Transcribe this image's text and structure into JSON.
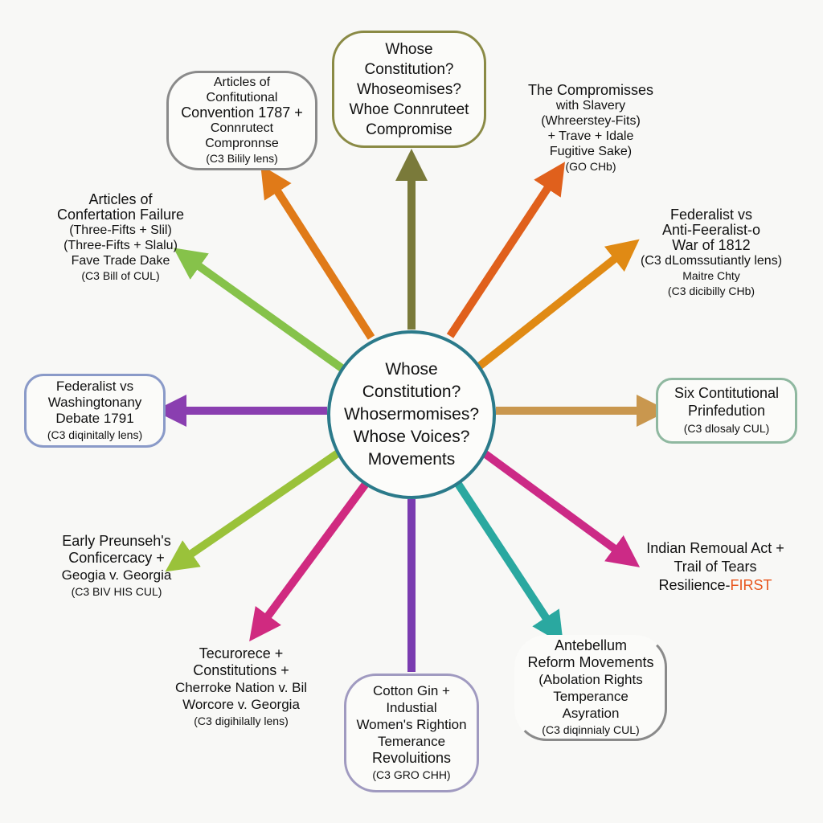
{
  "center": {
    "lines": [
      "Whose",
      "Constitution?",
      "Whosermomises?",
      "Whose Voices?",
      "Movements"
    ],
    "border_color": "#2b7a8a"
  },
  "nodes": {
    "top": {
      "lines": [
        "Whose",
        "Constitution?",
        "Whoseomises?",
        "Whoe Connruteet",
        "Compromise"
      ],
      "color": "#8a8a45"
    },
    "articles_convention": {
      "lines": [
        "Articles of",
        "Confitutional",
        "Convention 1787 +",
        "Connrutect",
        "Compronnse",
        "(C3 Bilily lens)"
      ],
      "color": "#8a8a8a"
    },
    "compromises_slavery": {
      "lines": [
        "The Compromisses",
        "with Slavery",
        "(Whreerstey-Fits)",
        "+ Trave + Idale",
        "Fugitive Sake)",
        "(GO CHb)"
      ]
    },
    "articles_failure": {
      "lines": [
        "Articles of",
        "Confertation Failure",
        "(Three-Fifts + Slil)",
        "(Three-Fifts + Slalu)",
        "Fave Trade Dake",
        "(C3 Bill of CUL)"
      ]
    },
    "federalist_war": {
      "lines": [
        "Federalist vs",
        "Anti-Feeralist-o",
        "War of 1812",
        "",
        "(C3 dLomssutiantly lens)",
        "Maitre Chty",
        "(C3 dicibilly CHb)"
      ]
    },
    "federalist_washington": {
      "lines": [
        "Federalist vs",
        "Washingtonany",
        "Debate 1791",
        "(C3 diqinitally lens)"
      ],
      "color": "#8a9ac8"
    },
    "six_constitutional": {
      "lines": [
        "Six Contitutional",
        "Prinfedution",
        "(C3 dlosaly CUL)"
      ],
      "color": "#8fb8a0"
    },
    "early_presidents": {
      "lines": [
        "Early Preunseh's",
        "Conficercacy +",
        "Geogia v. Georgia",
        "(C3 BIV HIS CUL)"
      ]
    },
    "indian_removal": {
      "lines": [
        "Indian Remoual Act +",
        "Trail of Tears",
        "Resilience-",
        "FIRST"
      ]
    },
    "tecurorece": {
      "lines": [
        "Tecurorece +",
        "Constitutions +",
        "Cherroke Nation v. Bil",
        "Worcore v. Georgia",
        "(C3 digihilally lens)"
      ]
    },
    "cotton_gin": {
      "lines": [
        "Cotton Gin +",
        "Industial",
        "Women's Rightion",
        "Temerance",
        "Revoluitions",
        "(C3 GRO CHH)"
      ],
      "color": "#a09ac0"
    },
    "antebellum": {
      "lines": [
        "Antebellum",
        "Reform Movements",
        "(Abolation Rights",
        "Temperance",
        "Asyration",
        "(C3 diqinnialy CUL)"
      ],
      "color": "#8a8a8a"
    }
  },
  "arrow_colors": {
    "top": "#7a7a3a",
    "upper_left": "#e07a18",
    "upper_right": "#e0601c",
    "left_upper": "#86c24a",
    "right_upper": "#e08a14",
    "left": "#8a3fb0",
    "right": "#c9974e",
    "left_lower": "#9ac23a",
    "right_lower": "#cc2a86",
    "bottom_left": "#d02a80",
    "bottom": "#7a3cb0",
    "bottom_right": "#2aa8a0"
  }
}
